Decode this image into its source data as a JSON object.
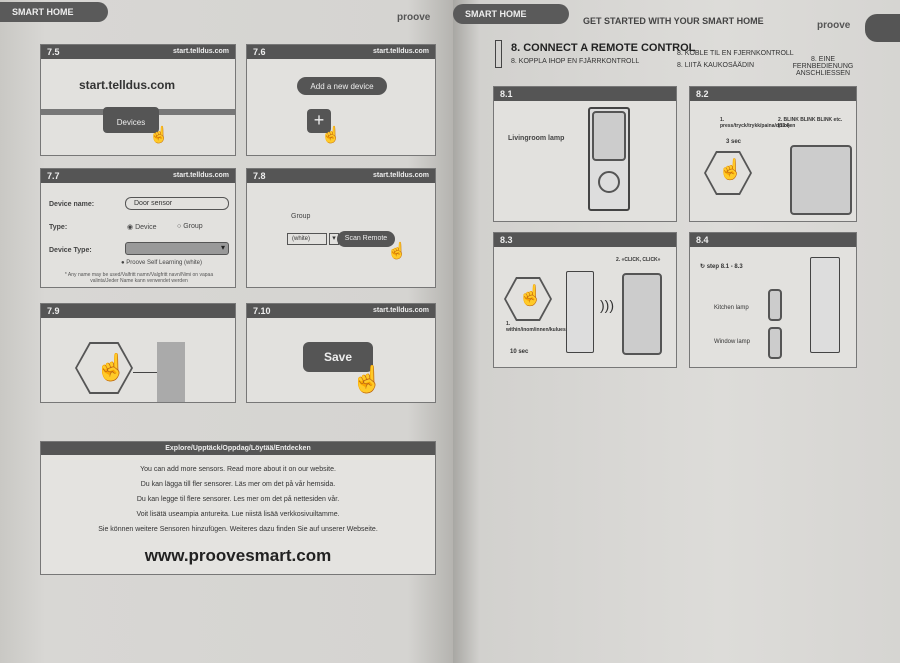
{
  "left_page": {
    "tab": "SMART HOME",
    "logo": "proove"
  },
  "right_page": {
    "tab": "SMART HOME",
    "header": "GET STARTED WITH YOUR SMART HOME",
    "logo": "proove",
    "section": {
      "title": "8. CONNECT A REMOTE CONTROL",
      "sv": "8. KOPPLA IHOP EN FJÄRRKONTROLL",
      "no": "8. KOBLE TIL EN FJERNKONTROLL",
      "fi": "8. LIITÄ KAUKOSÄÄDIN",
      "de": "8. EINE FERNBEDIENUNG ANSCHLIESSEN"
    }
  },
  "steps": {
    "s75": {
      "num": "7.5",
      "url": "start.telldus.com",
      "site": "start.telldus.com",
      "menu": "Devices"
    },
    "s76": {
      "num": "7.6",
      "url": "start.telldus.com",
      "bubble": "Add a new device"
    },
    "s77": {
      "num": "7.7",
      "url": "start.telldus.com",
      "name_label": "Device name:",
      "name_value": "Door sensor",
      "type_label": "Type:",
      "type_device": "Device",
      "type_group": "Group",
      "dtype_label": "Device Type:",
      "dtype_option": "Proove Self Learning (white)",
      "note": "* Any name may be used/Valfritt namn/Valgfritt navn/Nimi on vapaa valinta/Jeder Name kann verwendet werden"
    },
    "s78": {
      "num": "7.8",
      "url": "start.telldus.com",
      "group": "Group",
      "select": "(white)",
      "scan": "Scan Remote"
    },
    "s79": {
      "num": "7.9"
    },
    "s710": {
      "num": "7.10",
      "url": "start.telldus.com",
      "save": "Save"
    },
    "s81": {
      "num": "8.1",
      "lamp": "Livingroom lamp"
    },
    "s82": {
      "num": "8.2",
      "press": "1. press/tryck/trykk/paina/drücken",
      "sec": "3 sec",
      "blink": "2. BLINK BLINK BLINK etc. (10x)"
    },
    "s83": {
      "num": "8.3",
      "click": "2. «CLICK, CLICK»",
      "within": "1. within/inom/innen/kuluessa/drinnen",
      "sec": "10 sec"
    },
    "s84": {
      "num": "8.4",
      "step": "step 8.1 - 8.3",
      "kitchen": "Kitchen lamp",
      "window": "Window lamp"
    }
  },
  "explore": {
    "title": "Explore/Upptäck/Oppdag/Löytää/Entdecken",
    "lines": [
      "You can add more sensors. Read more about it on our website.",
      "Du kan lägga till fler sensorer. Läs mer om det på vår hemsida.",
      "Du kan legge til flere sensorer. Les mer om det på nettesiden vår.",
      "Voit lisätä useampia antureita. Lue niistä lisää verkkosivuiltamme.",
      "Sie können weitere Sensoren hinzufügen. Weiteres dazu finden Sie auf unserer Webseite."
    ],
    "url": "www.proovesmart.com"
  }
}
